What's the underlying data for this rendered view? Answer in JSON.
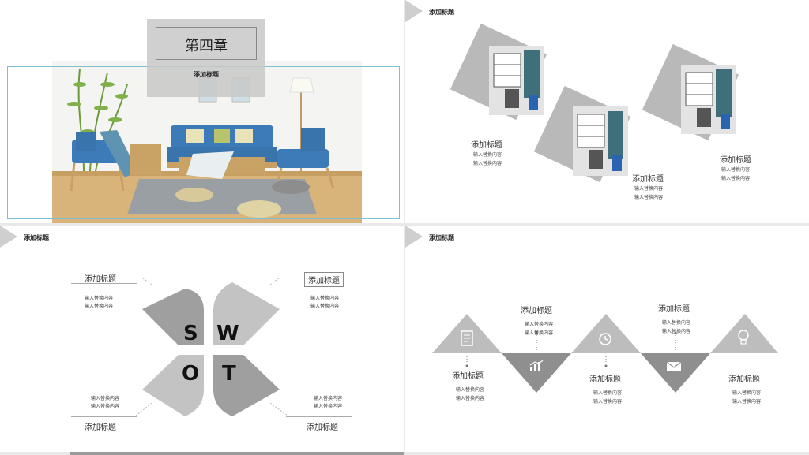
{
  "slide1": {
    "chapter": "第四章",
    "subtitle": "添加标题"
  },
  "slide2": {
    "title": "添加标题",
    "items": [
      {
        "heading": "添加标题",
        "line1": "输入替换内容",
        "line2": "输入替换内容"
      },
      {
        "heading": "添加标题",
        "line1": "输入替换内容",
        "line2": "输入替换内容"
      },
      {
        "heading": "添加标题",
        "line1": "输入替换内容",
        "line2": "输入替换内容"
      }
    ]
  },
  "slide3": {
    "title": "添加标题",
    "letters": [
      "S",
      "W",
      "O",
      "T"
    ],
    "items": [
      {
        "heading": "添加标题",
        "line1": "输入替换内容",
        "line2": "输入替换内容"
      },
      {
        "heading": "添加标题",
        "line1": "输入替换内容",
        "line2": "输入替换内容"
      },
      {
        "heading": "添加标题",
        "line1": "输入替换内容",
        "line2": "输入替换内容"
      },
      {
        "heading": "添加标题",
        "line1": "输入替换内容",
        "line2": "输入替换内容"
      }
    ]
  },
  "slide4": {
    "title": "添加标题",
    "steps": [
      {
        "heading": "添加标题",
        "line1": "输入替换内容",
        "line2": "输入替换内容",
        "icon": "document-icon"
      },
      {
        "heading": "添加标题",
        "line1": "输入替换内容",
        "line2": "输入替换内容",
        "icon": "chart-icon"
      },
      {
        "heading": "添加标题",
        "line1": "输入替换内容",
        "line2": "输入替换内容",
        "icon": "clock-icon"
      },
      {
        "heading": "添加标题",
        "line1": "输入替换内容",
        "line2": "输入替换内容",
        "icon": "envelope-icon"
      },
      {
        "heading": "添加标题",
        "line1": "输入替换内容",
        "line2": "输入替换内容",
        "icon": "lightbulb-icon"
      }
    ]
  },
  "colors": {
    "accent_light": "#bdbdbd",
    "accent_dark": "#8f8f8f",
    "frame_blue": "#7fbfd6"
  }
}
